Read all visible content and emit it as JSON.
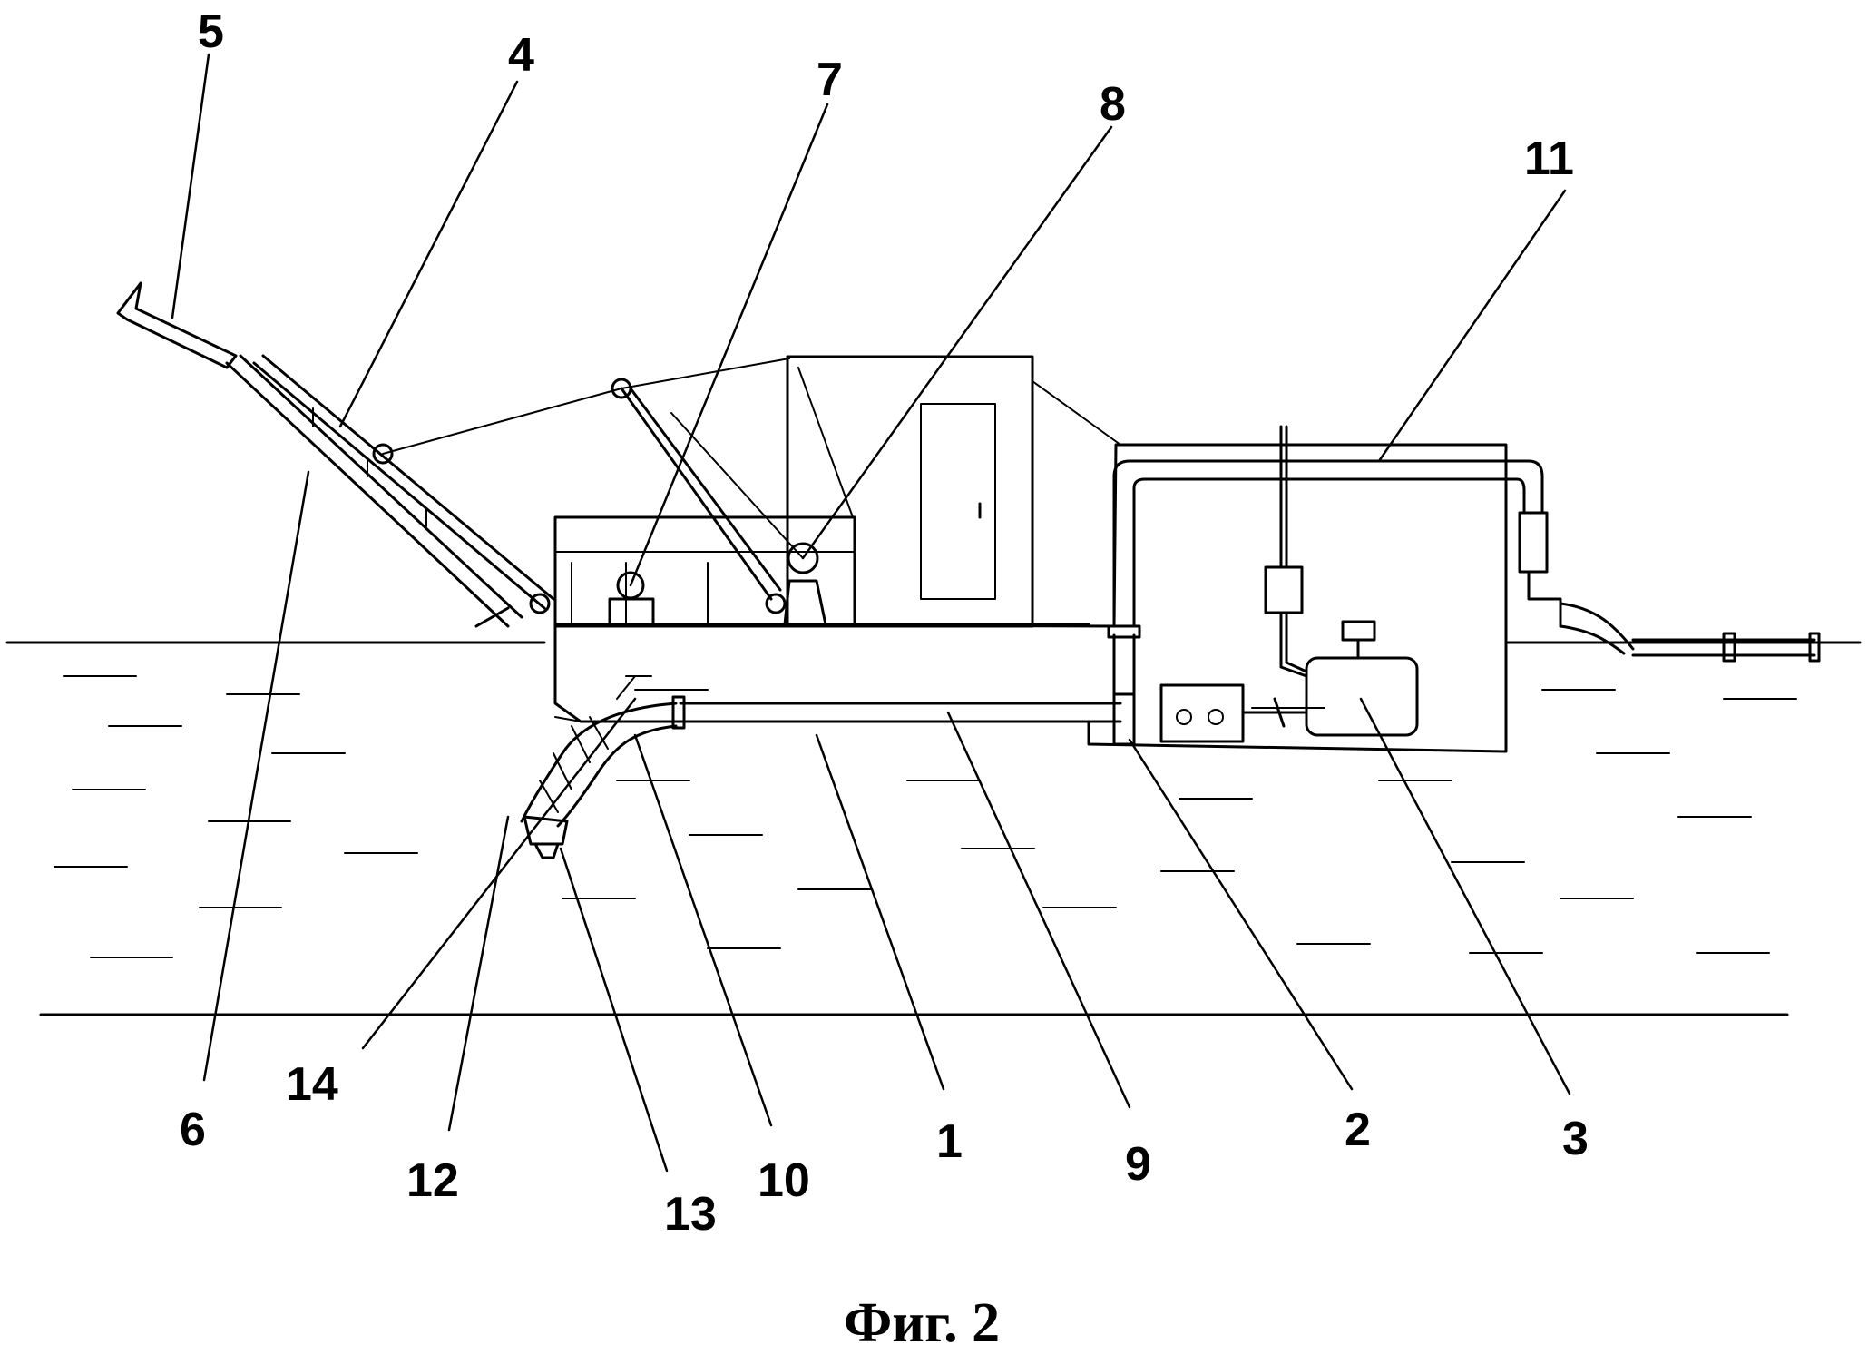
{
  "figure": {
    "caption": "Фиг. 2",
    "labels": {
      "l1": "1",
      "l2": "2",
      "l3": "3",
      "l4": "4",
      "l5": "5",
      "l6": "6",
      "l7": "7",
      "l8": "8",
      "l9": "9",
      "l10": "10",
      "l11": "11",
      "l12": "12",
      "l13": "13",
      "l14": "14"
    }
  }
}
